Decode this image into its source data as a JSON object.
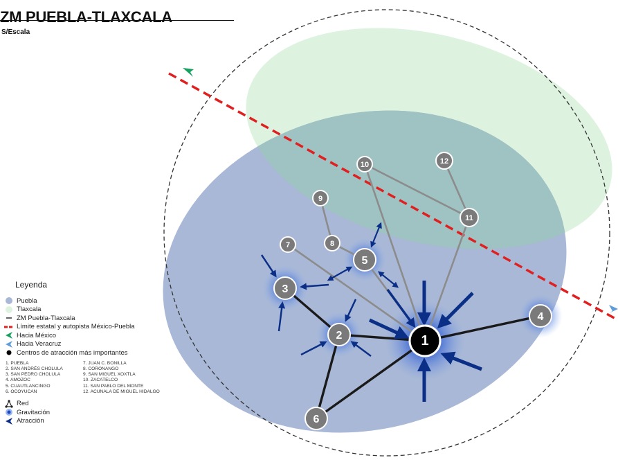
{
  "title": "ZM PUEBLA-TLAXCALA",
  "scale": "S/Escala",
  "colors": {
    "puebla": "#a9b8d6",
    "tlaxcala": "#ddf3df",
    "overlap": "#9fc2c2",
    "boundary_line": "#e02020",
    "arrow": "#0b2f86",
    "glow": "#1f48c4",
    "node": "#7a7a7a",
    "edge_gray": "#8c8c8c",
    "edge_dark": "#1a1a1a",
    "to_mexico": "#18a060",
    "to_veracruz": "#5f9cd9"
  },
  "legend": {
    "title": "Leyenda",
    "items": [
      {
        "label": "Puebla",
        "icon": "puebla-swatch-icon"
      },
      {
        "label": "Tlaxcala",
        "icon": "tlaxcala-swatch-icon"
      },
      {
        "label": "ZM Puebla-Tlaxcala",
        "icon": "dashed-line-icon"
      },
      {
        "label": "Límite estatal y autopista México-Puebla",
        "icon": "red-dashed-line-icon"
      },
      {
        "label": "Hacia México",
        "icon": "green-arrow-icon"
      },
      {
        "label": "Hacia Veracruz",
        "icon": "blue-arrow-icon"
      },
      {
        "label": "Centros de atracción más importantes",
        "icon": "black-dot-icon"
      }
    ],
    "centers_col1": [
      "1. PUEBLA",
      "2. SAN ANDRÉS CHOLULA",
      "3. SAN PEDRO CHOLULA",
      "4. AMOZOC",
      "5. CUAUTLANCINGO",
      "6. OCOYUCAN"
    ],
    "centers_col2": [
      "7. JUAN C. BONILLA",
      "8. CORONANGO",
      "9. SAN MIGUEL XOXTLA",
      "10. ZACATELCO",
      "11. SAN PABLO DEL MONTE",
      "12. ACUNALA DE MIGUEL HIDALGO"
    ],
    "symbols": [
      {
        "label": "Red",
        "icon": "network-icon"
      },
      {
        "label": "Gravitación",
        "icon": "gravitation-icon"
      },
      {
        "label": "Atracción",
        "icon": "attraction-arrow-icon"
      }
    ]
  },
  "map": {
    "nodes": [
      {
        "id": "1",
        "label": "1",
        "main": true
      },
      {
        "id": "2",
        "label": "2"
      },
      {
        "id": "3",
        "label": "3"
      },
      {
        "id": "4",
        "label": "4"
      },
      {
        "id": "5",
        "label": "5"
      },
      {
        "id": "6",
        "label": "6"
      },
      {
        "id": "7",
        "label": "7"
      },
      {
        "id": "8",
        "label": "8"
      },
      {
        "id": "9",
        "label": "9"
      },
      {
        "id": "10",
        "label": "10"
      },
      {
        "id": "11",
        "label": "11"
      },
      {
        "id": "12",
        "label": "12"
      }
    ]
  }
}
